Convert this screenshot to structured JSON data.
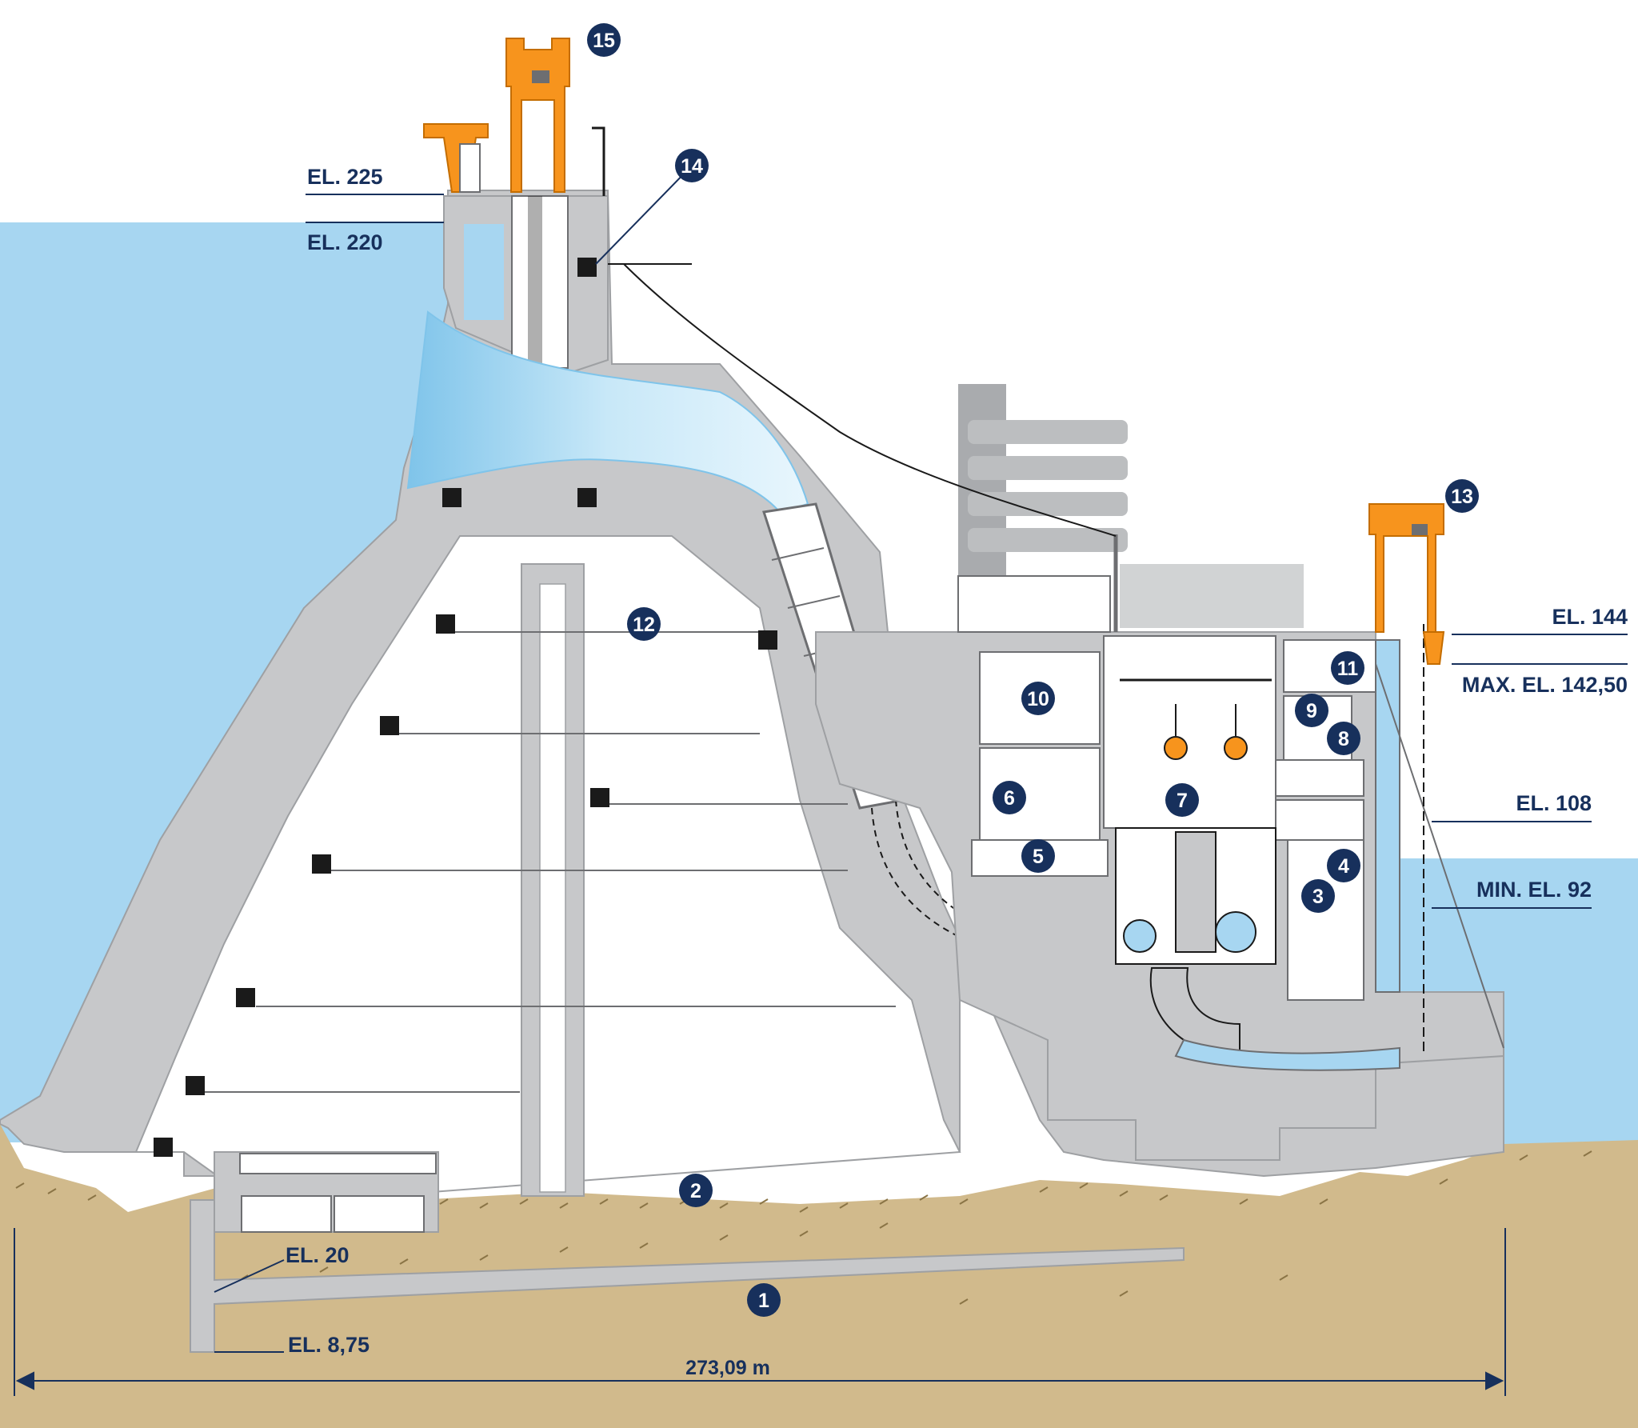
{
  "colors": {
    "water": "#a7d6f1",
    "water_dark": "#7fc4ea",
    "concrete": "#c7c8ca",
    "concrete_dark": "#9ea0a3",
    "soil": "#d1ba8c",
    "crane": "#f7941d",
    "label": "#17305c",
    "badge": "#17305c",
    "gallery": "#1a1a1a",
    "interior": "#ffffff"
  },
  "elevations": {
    "el_225": "EL. 225",
    "el_220": "EL. 220",
    "el_144": "EL. 144",
    "max_el": "MAX. EL. 142,50",
    "el_108": "EL. 108",
    "min_el": "MIN. EL. 92",
    "el_20": "EL. 20",
    "el_875": "EL. 8,75"
  },
  "dimension": {
    "total_length": "273,09 m"
  },
  "badges": {
    "b1": "1",
    "b2": "2",
    "b3": "3",
    "b4": "4",
    "b5": "5",
    "b6": "6",
    "b7": "7",
    "b8": "8",
    "b9": "9",
    "b10": "10",
    "b11": "11",
    "b12": "12",
    "b13": "13",
    "b14": "14",
    "b15": "15"
  },
  "icons": {
    "gallery_marker": "square-gallery-icon",
    "callout": "numbered-badge-icon",
    "gantry_crane": "gantry-crane-icon",
    "generator": "generator-icon"
  }
}
